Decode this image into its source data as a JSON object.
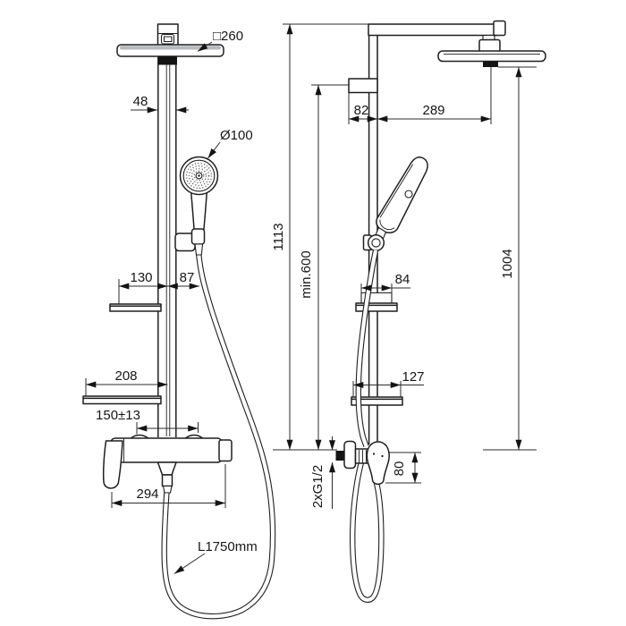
{
  "title": "Shower system technical dimension drawing",
  "colors": {
    "line": "#1f1f1f",
    "dimension": "#2b2b2b",
    "background": "#ffffff",
    "nozzle": "#141414",
    "shade": "#b7babd"
  },
  "dimensions": {
    "front": {
      "head_square": "□260",
      "column_width": "48",
      "hand_shower_diameter": "Ø100",
      "upper_shelf_offset": "130",
      "hand_shower_offset": "87",
      "lower_shelf_width": "208",
      "inlet_spacing": "150±13",
      "mixer_width": "294",
      "hose_length": "L1750mm"
    },
    "side": {
      "bracket_depth": "82",
      "head_reach": "289",
      "overall_height": "1113",
      "min_mounting_height": "min.600",
      "holder_depth": "84",
      "head_above_inlet": "1004",
      "shelf_depth": "127",
      "inlet_connection": "2xG1/2",
      "mixer_drop": "80"
    }
  }
}
